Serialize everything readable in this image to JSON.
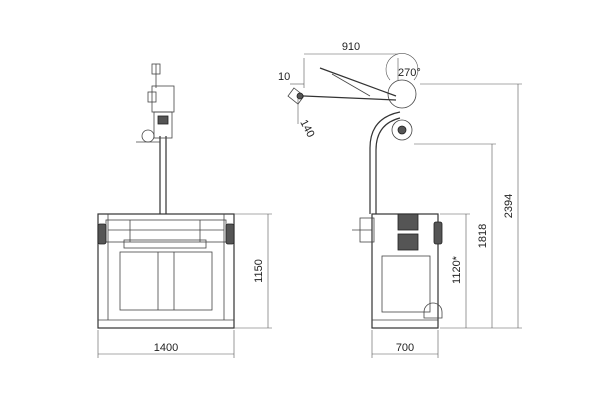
{
  "dimensions": {
    "front_width": "1400",
    "front_height": "1150",
    "side_width": "700",
    "arm_reach": "910",
    "arm_offset": "10",
    "arm_clearance": "140",
    "arm_rotation": "270°",
    "column_height": "1818",
    "overall_height": "2394",
    "cart_height": "1120*"
  }
}
